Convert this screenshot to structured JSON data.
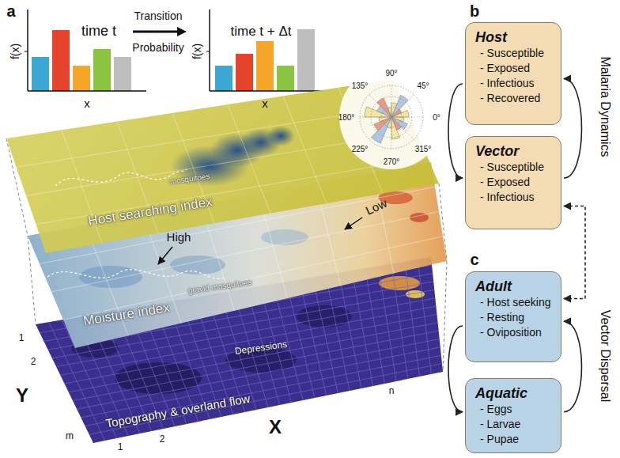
{
  "diagram": {
    "nodes": [
      {
        "text": [
          "Host",
          "- Susceptible",
          "- Exposed",
          "- Infectious",
          "- Recovered"
        ]
      },
      {
        "text": [
          "Vector",
          "- Susceptible",
          "- Exposed",
          "- Infectious"
        ]
      },
      {
        "text": [
          "Adult",
          "- Host seeking",
          "- Resting",
          "- Oviposition"
        ]
      },
      {
        "text": [
          "Aquatic",
          "- Eggs",
          "- Larvae",
          "- Pupae"
        ]
      }
    ],
    "edges": [
      {
        "from": 0,
        "to": 1,
        "arrow": "to"
      },
      {
        "from": 1,
        "to": 0,
        "arrow": "to"
      },
      {
        "from": 1,
        "to": 2,
        "arrow": "both"
      },
      {
        "from": 2,
        "to": 3,
        "arrow": "to"
      },
      {
        "from": 3,
        "to": 2,
        "arrow": "to"
      }
    ],
    "labels": [
      "a",
      "time t",
      "Transition Probability",
      "time t + Δt",
      "f(x)",
      "x",
      "f(x)",
      "x",
      "90°",
      "45°",
      "0°",
      "315°",
      "270°",
      "225°",
      "180°",
      "135°",
      "mosquitoes",
      "Host searching index",
      "High",
      "Low",
      "gravid mosquitoes",
      "Moisture index",
      "Depressions",
      "Topography & overland flow",
      "Y",
      "1",
      "2",
      "m",
      "X",
      "1",
      "2",
      "n",
      "b",
      "Malaria Dynamics",
      "c",
      "Vector Dispersal"
    ]
  }
}
